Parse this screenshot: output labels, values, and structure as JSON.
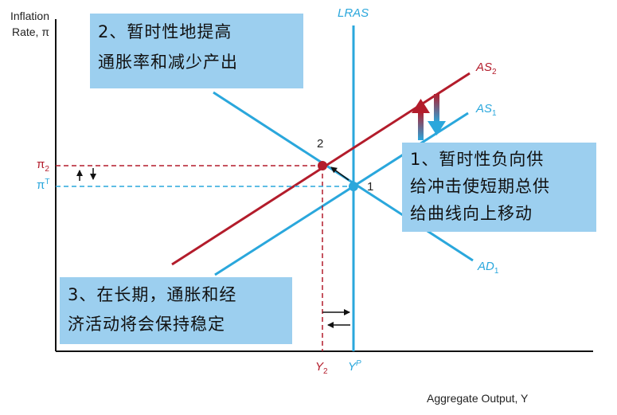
{
  "axes": {
    "y_label_line1": "Inflation",
    "y_label_line2": "Rate, π",
    "x_label": "Aggregate Output, Y"
  },
  "curves": {
    "lras": "LRAS",
    "as1_main": "AS",
    "as1_sub": "1",
    "as2_main": "AS",
    "as2_sub": "2",
    "ad1_main": "AD",
    "ad1_sub": "1"
  },
  "ticks": {
    "pi2_main": "π",
    "pi2_sub": "2",
    "piT_main": "π",
    "piT_sup": "T",
    "y2_main": "Y",
    "y2_sub": "2",
    "yp_main": "Y",
    "yp_sup": "P"
  },
  "points": {
    "p1": "1",
    "p2": "2"
  },
  "callouts": {
    "c2_line1": "2、暂时性地提高",
    "c2_line2": "通胀率和减少产出",
    "c1_line1": "1、暂时性负向供",
    "c1_line2": "给冲击使短期总供",
    "c1_line3": "给曲线向上移动",
    "c3_line1": "3、在长期，通胀和经",
    "c3_line2": "济活动将会保持稳定"
  },
  "colors": {
    "blue": "#2aa7dc",
    "red": "#b31c2b",
    "callout": "#9ccfef",
    "axis": "#111111"
  }
}
